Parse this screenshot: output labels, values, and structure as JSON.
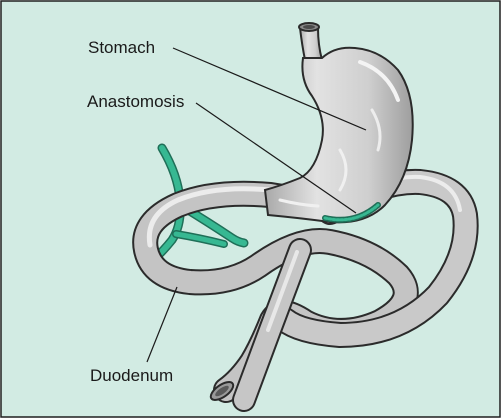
{
  "labels": {
    "stomach": "Stomach",
    "anastomosis": "Anastomosis",
    "duodenum": "Duodenum"
  },
  "colors": {
    "background": "#d2ebe3",
    "border": "#1f1f1f",
    "organ_fill": "#c9c9c9",
    "organ_outline": "#2b2b2b",
    "vessel": "#2fae8c",
    "leader_line": "#1a1a1a"
  }
}
